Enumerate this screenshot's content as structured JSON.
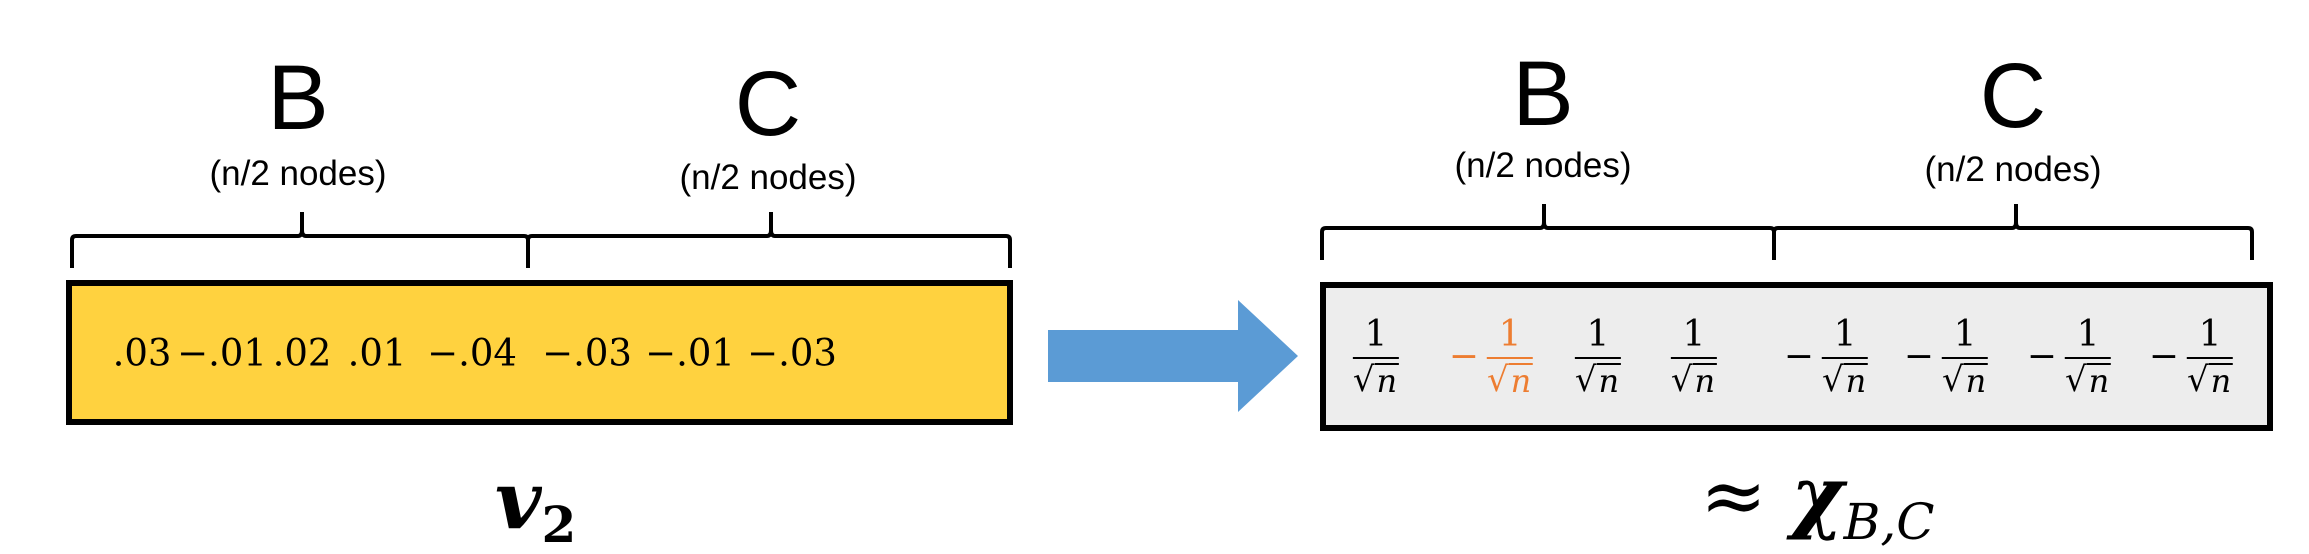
{
  "left": {
    "group_b": {
      "letter": "B",
      "note": "(n/2 nodes)"
    },
    "group_c": {
      "letter": "C",
      "note": "(n/2 nodes)"
    },
    "values": [
      ".03",
      "−.01",
      ".02",
      ".01",
      "−.04",
      "−.03",
      "−.01",
      "−.03"
    ],
    "box_fill": "#FFD23F",
    "label_main": "v",
    "label_sub": "2"
  },
  "arrow": {
    "color": "#5B9BD5"
  },
  "right": {
    "group_b": {
      "letter": "B",
      "note": "(n/2 nodes)"
    },
    "group_c": {
      "letter": "C",
      "note": "(n/2 nodes)"
    },
    "box_fill": "#EDEDED",
    "highlight_color": "#ED7D31",
    "entries": [
      {
        "sign": "",
        "numerator": "1",
        "radicand": "n",
        "highlight": false
      },
      {
        "sign": "−",
        "numerator": "1",
        "radicand": "n",
        "highlight": true
      },
      {
        "sign": "",
        "numerator": "1",
        "radicand": "n",
        "highlight": false
      },
      {
        "sign": "",
        "numerator": "1",
        "radicand": "n",
        "highlight": false
      },
      {
        "sign": "−",
        "numerator": "1",
        "radicand": "n",
        "highlight": false
      },
      {
        "sign": "−",
        "numerator": "1",
        "radicand": "n",
        "highlight": false
      },
      {
        "sign": "−",
        "numerator": "1",
        "radicand": "n",
        "highlight": false
      },
      {
        "sign": "−",
        "numerator": "1",
        "radicand": "n",
        "highlight": false
      }
    ],
    "radical_symbol": "√",
    "label_approx": "≈",
    "label_main": "χ",
    "label_sub": "B,C"
  }
}
